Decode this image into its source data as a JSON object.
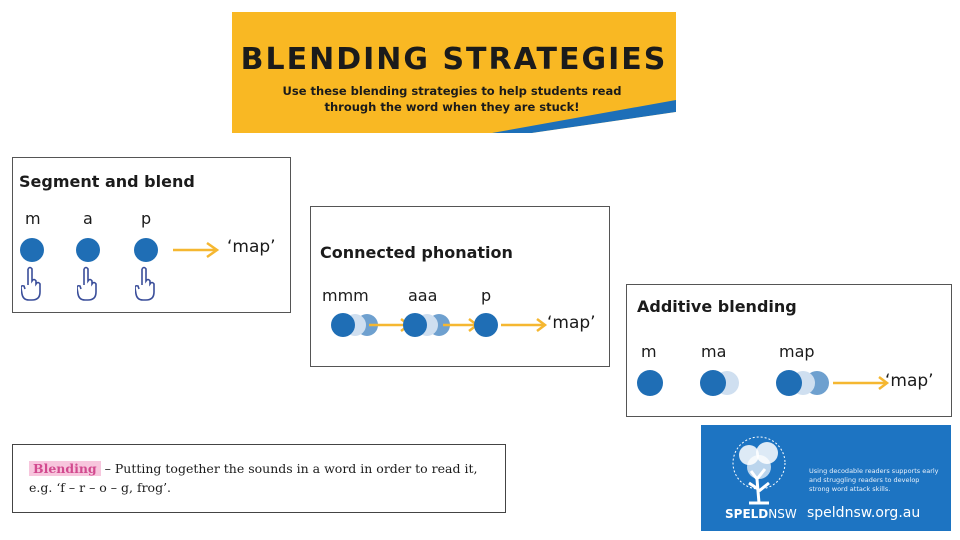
{
  "banner": {
    "title": "BLENDING STRATEGIES",
    "subtitle_line1": "Use these blending strategies to help students read",
    "subtitle_line2": "through the word when they are stuck!"
  },
  "segment": {
    "title": "Segment and blend",
    "letters": [
      "m",
      "a",
      "p"
    ],
    "result": "‘map’"
  },
  "connected": {
    "title": "Connected phonation",
    "letters": [
      "mmm",
      "aaa",
      "p"
    ],
    "result": "‘map’"
  },
  "additive": {
    "title": "Additive blending",
    "letters": [
      "m",
      "ma",
      "map"
    ],
    "result": "‘map’"
  },
  "definition": {
    "term": "Blending",
    "text": " – Putting together the sounds in a word in order to read it,",
    "example": "e.g. ‘f – r – o – g, frog’."
  },
  "speld": {
    "blurb": "Using decodable readers supports early and struggling readers to develop strong word attack skills.",
    "brand_bold": "SPELD",
    "brand_rest": "NSW",
    "url": "speldnsw.org.au"
  },
  "colors": {
    "banner": "#f9b823",
    "dot": "#1f6eb5",
    "arrow": "#f5b731",
    "speld_bg": "#1d74c2",
    "highlight": "#f7c6dd"
  },
  "icons": [
    "pointing-hand-icon",
    "arrow-right-icon",
    "tree-logo-icon"
  ]
}
